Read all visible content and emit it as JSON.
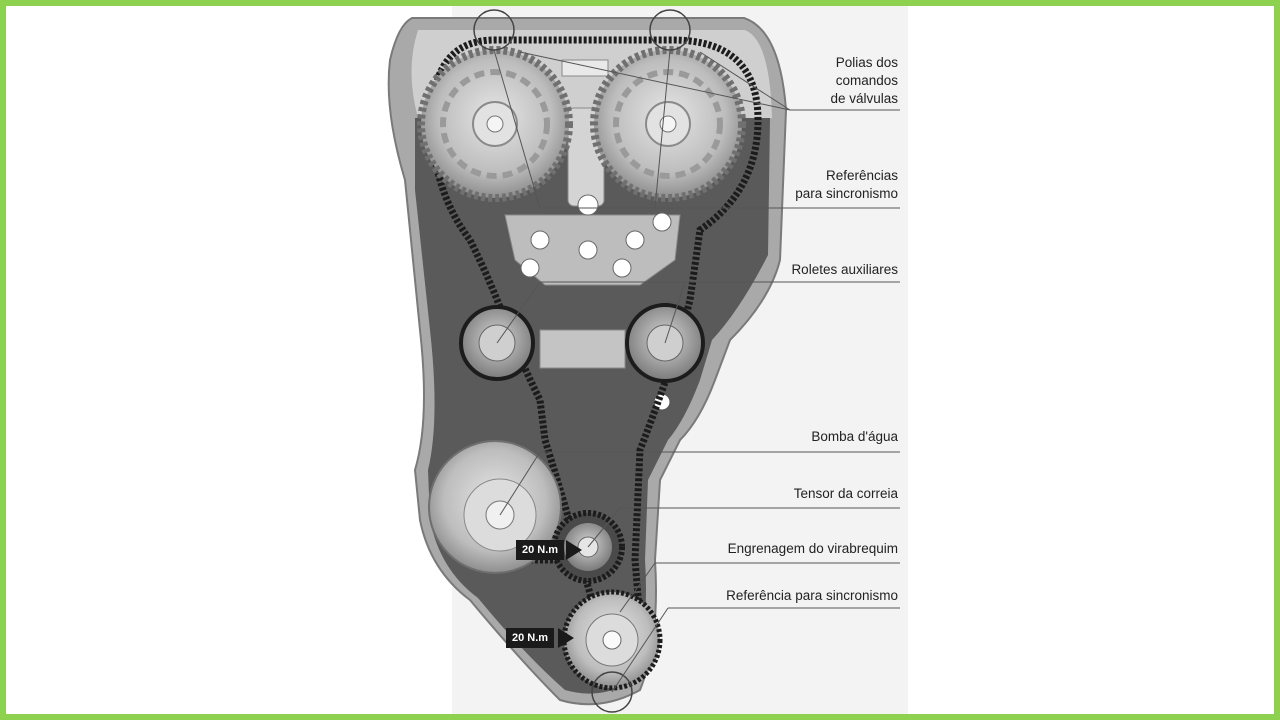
{
  "labels": {
    "camshaft_pulleys_line1": "Polias dos",
    "camshaft_pulleys_line2": "comandos",
    "camshaft_pulleys_line3": "de válvulas",
    "sync_refs_line1": "Referências",
    "sync_refs_line2": "para sincronismo",
    "aux_rollers": "Roletes auxiliares",
    "water_pump": "Bomba d'água",
    "belt_tensioner": "Tensor da correia",
    "crank_gear": "Engrenagem do virabrequim",
    "sync_ref": "Referência para sincronismo"
  },
  "torques": {
    "tensioner": "20 N.m",
    "crank": "20 N.m"
  },
  "colors": {
    "frame": "#8ed14f",
    "cover": "#5a5a5a",
    "belt": "#1c1c1c",
    "pulley": "#c9c9c9"
  }
}
